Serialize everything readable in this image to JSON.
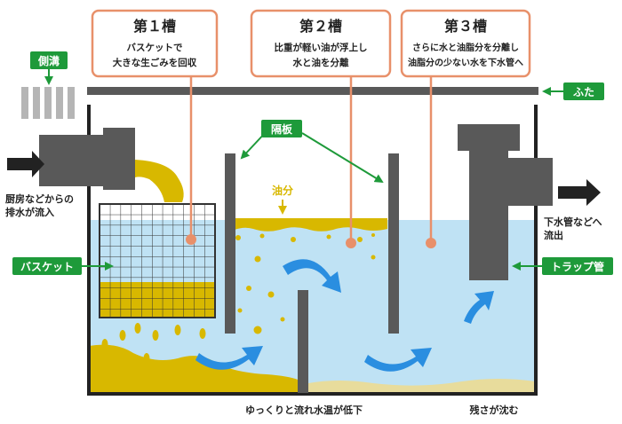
{
  "tanks": [
    {
      "title": "第１槽",
      "line1": "バスケットで",
      "line2": "大きな生ごみを回収"
    },
    {
      "title": "第２槽",
      "line1": "比重が軽い油が浮上し",
      "line2": "水と油を分離"
    },
    {
      "title": "第３槽",
      "line1": "さらに水と油脂分を分離し",
      "line2": "油脂分の少ない水を下水管へ"
    }
  ],
  "labels": {
    "gutter": "側溝",
    "lid": "ふた",
    "partition": "隔板",
    "oil": "油分",
    "basket": "バスケット",
    "trap_pipe": "トラップ管"
  },
  "notes": {
    "inflow_line1": "厨房などからの",
    "inflow_line2": "排水が流入",
    "outflow_line1": "下水管などへ",
    "outflow_line2": "流出",
    "flow": "ゆっくりと流れ水温が低下",
    "sediment": "残さが沈む"
  },
  "colors": {
    "callout_border": "#e8906a",
    "label_green": "#1e9a3a",
    "water": "#bfe2f4",
    "oil": "#d8b800",
    "pipe": "#595959",
    "arrow_blue": "#2a8ee0"
  }
}
